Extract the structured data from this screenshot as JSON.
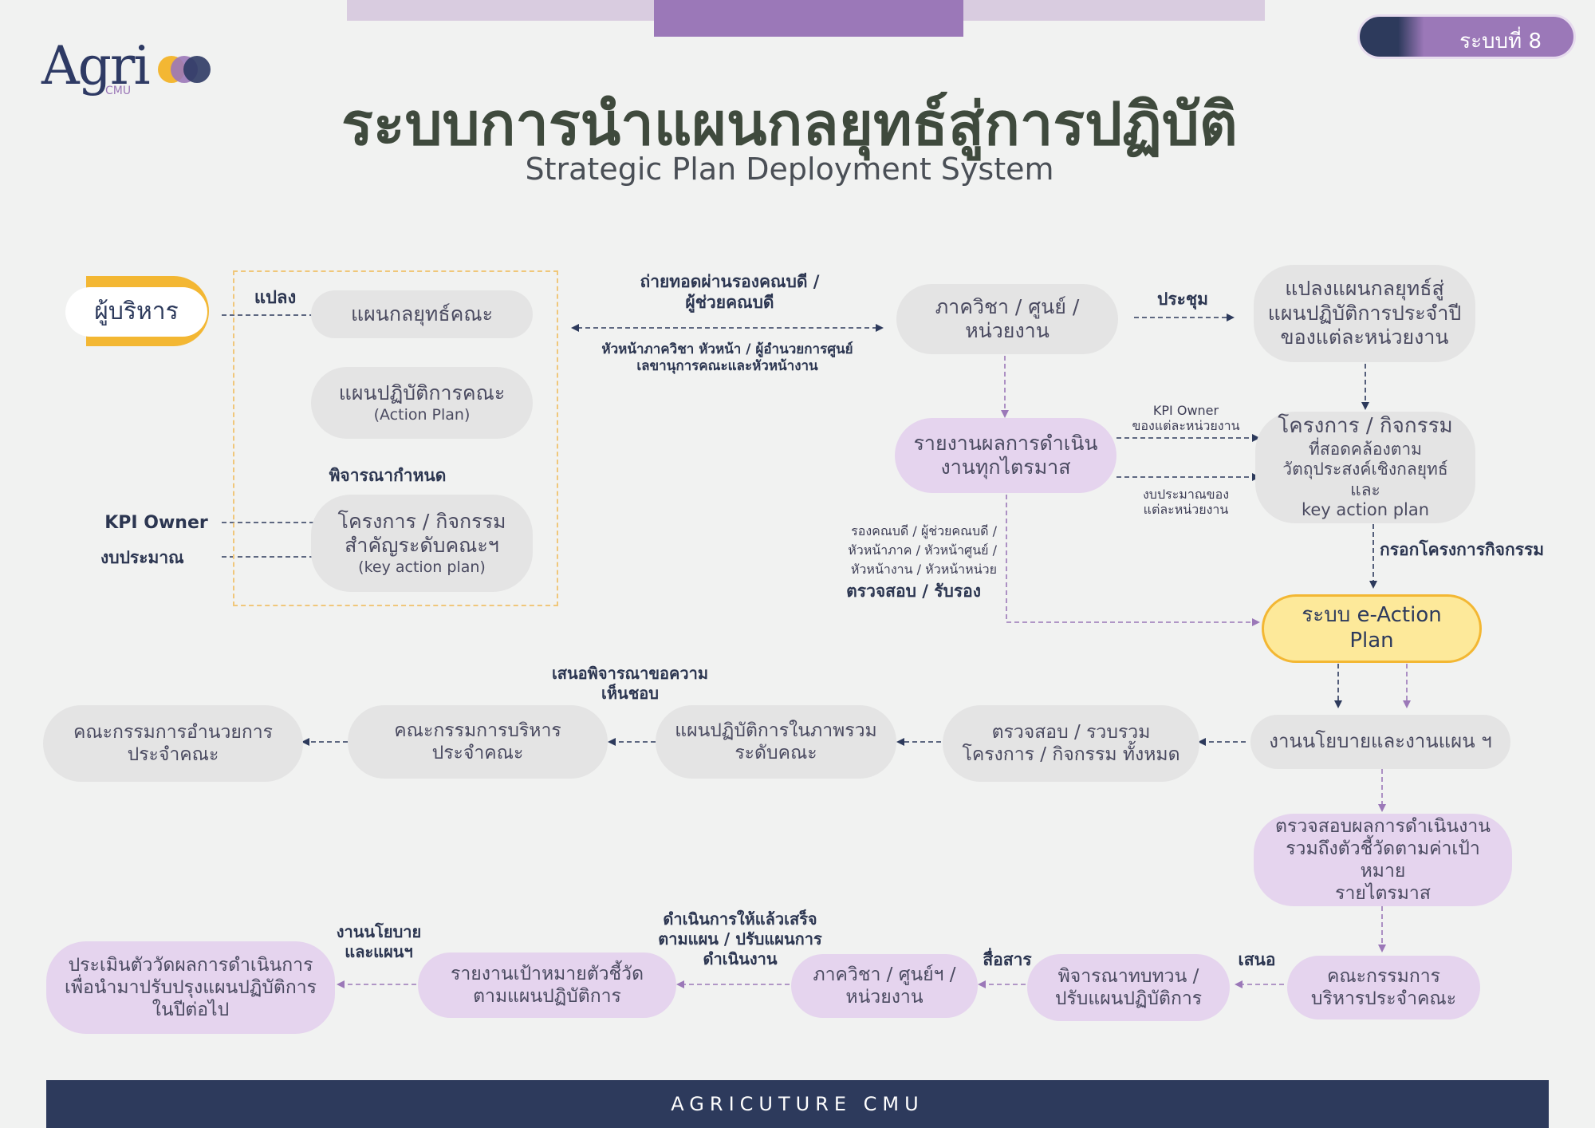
{
  "header": {
    "logo_text": "Agri",
    "logo_sub": "CMU",
    "system_badge": "ระบบที่ 8",
    "title_th": "ระบบการนำแผนกลยุทธ์สู่การปฏิบัติ",
    "title_en": "Strategic Plan Deployment System"
  },
  "colors": {
    "navy": "#2d3a5c",
    "purple": "#9b78b8",
    "lavender": "#e5d4ee",
    "gray": "#e4e4e4",
    "yellow": "#fde99a",
    "orange": "#f3b733"
  },
  "nodes": {
    "executive": "ผู้บริหาร",
    "faculty_strategic_plan": "แผนกลยุทธ์คณะ",
    "faculty_action_plan": "แผนปฏิบัติการคณะ",
    "faculty_action_plan_sub": "(Action Plan)",
    "key_projects": "โครงการ / กิจกรรม\nสำคัญระดับคณะฯ",
    "key_projects_sub": "(key action plan)",
    "department": "ภาควิชา / ศูนย์ /\nหน่วยงาน",
    "annual_translation": "แปลงแผนกลยุทธ์สู่\nแผนปฏิบัติการประจำปี\nของแต่ละหน่วยงาน",
    "quarter_report": "รายงานผลการดำเนิน\nงานทุกไตรมาส",
    "aligned_projects_title": "โครงการ / กิจกรรม",
    "aligned_projects_body": "ที่สอดคล้องตาม\nวัตถุประสงค์เชิงกลยุทธ์และ\nkey action plan",
    "eaction": "ระบบ e-Action Plan",
    "policy_plan": "งานนโยบายและงานแผน ฯ",
    "check_compile": "ตรวจสอบ / รวบรวม\nโครงการ / กิจกรรม ทั้งหมด",
    "overall_plan": "แผนปฏิบัติการในภาพรวม\nระดับคณะ",
    "admin_committee": "คณะกรรมการบริหาร\nประจำคณะ",
    "director_committee": "คณะกรรมการอำนวยการ\nประจำคณะ",
    "check_results": "ตรวจสอบผลการดำเนินงาน\nรวมถึงตัวชี้วัดตามค่าเป้าหมาย\nรายไตรมาส",
    "committee_admin2": "คณะกรรมการ\nบริหารประจำคณะ",
    "review_plan": "พิจารณาทบทวน /\nปรับแผนปฏิบัติการ",
    "department2": "ภาควิชา / ศูนย์ฯ /\nหน่วยงาน",
    "report_targets": "รายงานเป้าหมายตัวชี้วัด\nตามแผนปฏิบัติการ",
    "evaluate": "ประเมินตัววัดผลการดำเนินการ\nเพื่อนำมาปรับปรุงแผนปฏิบัติการ\nในปีต่อไป"
  },
  "labels": {
    "translate": "แปลง",
    "consider_define": "พิจารณากำหนด",
    "kpi_owner": "KPI Owner",
    "budget": "งบประมาณ",
    "cascade": "ถ่ายทอดผ่านรองคณบดี /\nผู้ช่วยคณบดี",
    "cascade_sub": "หัวหน้าภาควิชา หัวหน้า / ผู้อำนวยการศูนย์\nเลขานุการคณะและหัวหน้างาน",
    "meeting": "ประชุม",
    "kpi_owner_unit": "KPI Owner\nของแต่ละหน่วยงาน",
    "budget_unit": "งบประมาณของ\nแต่ละหน่วยงาน",
    "verifiers": "รองคณบดี / ผู้ช่วยคณบดี /\nหัวหน้าภาค / หัวหน้าศูนย์ /\nหัวหน้างาน / หัวหน้าหน่วย",
    "verify_certify": "ตรวจสอบ / รับรอง",
    "fill_projects": "กรอกโครงการกิจกรรม",
    "propose_approval": "เสนอพิจารณาขอความ\nเห็นชอบ",
    "propose": "เสนอ",
    "communicate": "สื่อสาร",
    "execute": "ดำเนินการให้แล้วเสร็จ\nตามแผน / ปรับแผนการ\nดำเนินงาน",
    "policy_plan_short": "งานนโยบาย\nและแผนฯ"
  },
  "footer": {
    "text": "AGRICUTURE CMU"
  }
}
